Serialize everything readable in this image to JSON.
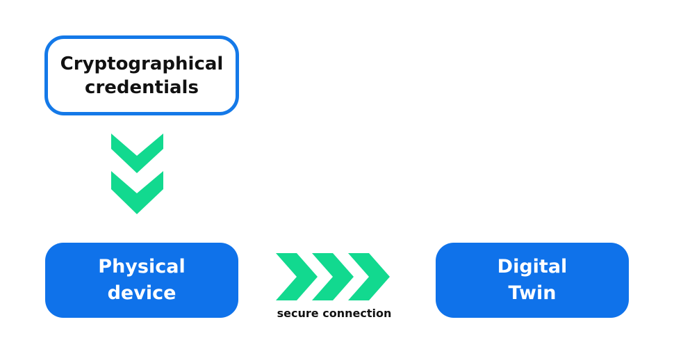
{
  "diagram": {
    "credentials": {
      "label": "Cryptographical\ncredentials"
    },
    "physical_device": {
      "label": "Physical\ndevice"
    },
    "digital_twin": {
      "label": "Digital\nTwin"
    },
    "connection": {
      "label": "secure connection"
    }
  },
  "colors": {
    "box_blue": "#0f72ea",
    "outline_blue": "#1479e8",
    "chevron_green": "#12d98f",
    "text_dark": "#111111",
    "text_light": "#ffffff"
  },
  "icons": {
    "down_arrows": "double-chevron-down-icon",
    "right_arrows": "triple-chevron-right-icon"
  }
}
